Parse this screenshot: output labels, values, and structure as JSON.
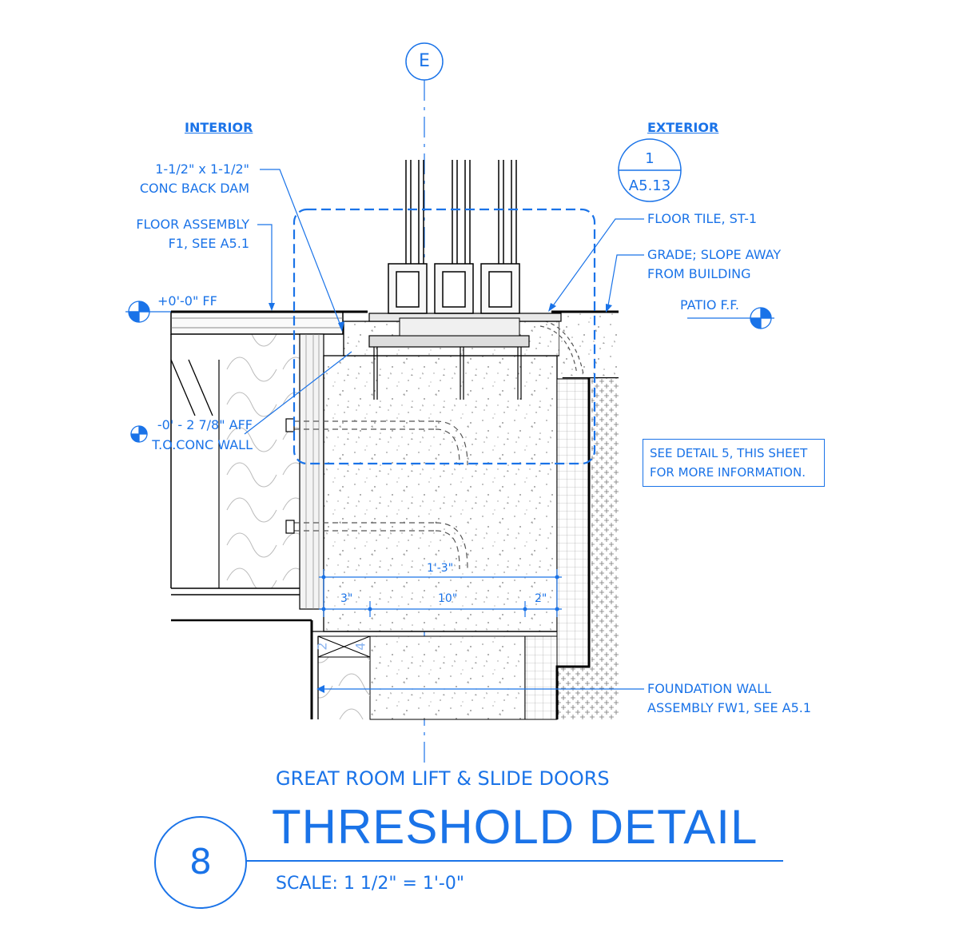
{
  "grid_bubble": "E",
  "headers": {
    "interior": "INTERIOR",
    "exterior": "EXTERIOR"
  },
  "section_ref": {
    "number": "1",
    "sheet": "A5.13"
  },
  "callouts": {
    "back_dam_line1": "1-1/2\" x 1-1/2\"",
    "back_dam_line2": "CONC BACK DAM",
    "floor_assembly_line1": "FLOOR ASSEMBLY",
    "floor_assembly_line2": "F1, SEE A5.1",
    "floor_tile": "FLOOR TILE, ST-1",
    "grade_line1": "GRADE; SLOPE AWAY",
    "grade_line2": "FROM BUILDING",
    "patio_ff": "PATIO F.F.",
    "ff_elevation": "+0'-0\" FF",
    "conc_wall_line1": "-0' - 2 7/8\" AFF",
    "conc_wall_line2": "T.O.CONC WALL",
    "foundation_line1": "FOUNDATION WALL",
    "foundation_line2": "ASSEMBLY FW1, SEE A5.1"
  },
  "note": {
    "line1": "SEE DETAIL 5, THIS SHEET",
    "line2": "FOR MORE INFORMATION."
  },
  "dimensions": {
    "overall": "1'-3\"",
    "left": "3\"",
    "middle": "10\"",
    "right": "2\""
  },
  "lumber_tag": {
    "a": "2",
    "b": "4"
  },
  "title_block": {
    "detail_number": "8",
    "subtitle": "GREAT ROOM LIFT & SLIDE DOORS",
    "title": "THRESHOLD DETAIL",
    "scale": "SCALE:    1 1/2\" = 1'-0\""
  },
  "colors": {
    "annotation": "#1a73e8",
    "linework": "#000000"
  }
}
